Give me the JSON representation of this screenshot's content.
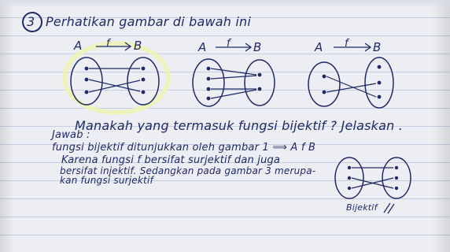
{
  "question": {
    "number": "3",
    "text": "Perhatikan gambar di bawah ini"
  },
  "diagrams": [
    {
      "set_a": "A",
      "func": "f",
      "set_b": "B"
    },
    {
      "set_a": "A",
      "func": "f",
      "set_b": "B"
    },
    {
      "set_a": "A",
      "func": "f",
      "set_b": "B"
    }
  ],
  "prompt": "Manakah yang termasuk fungsi bijektif ? Jelaskan .",
  "answer": {
    "label": "Jawab :",
    "line1": "fungsi bijektif ditunjukkan oleh gambar 1 ⟹  A  f  B",
    "line2": "Karena fungsi f bersifat surjektif dan juga",
    "line3": "bersifat injektif. Sedangkan pada gambar 3 merupa-",
    "line4": "kan fungsi surjektif"
  },
  "answer_diagram_caption": "Bijektif",
  "colors": {
    "ink": "#1f2a66",
    "paper": "#eceef3",
    "ruled_line": "#c7cde0",
    "highlight": "#eef3b8"
  }
}
